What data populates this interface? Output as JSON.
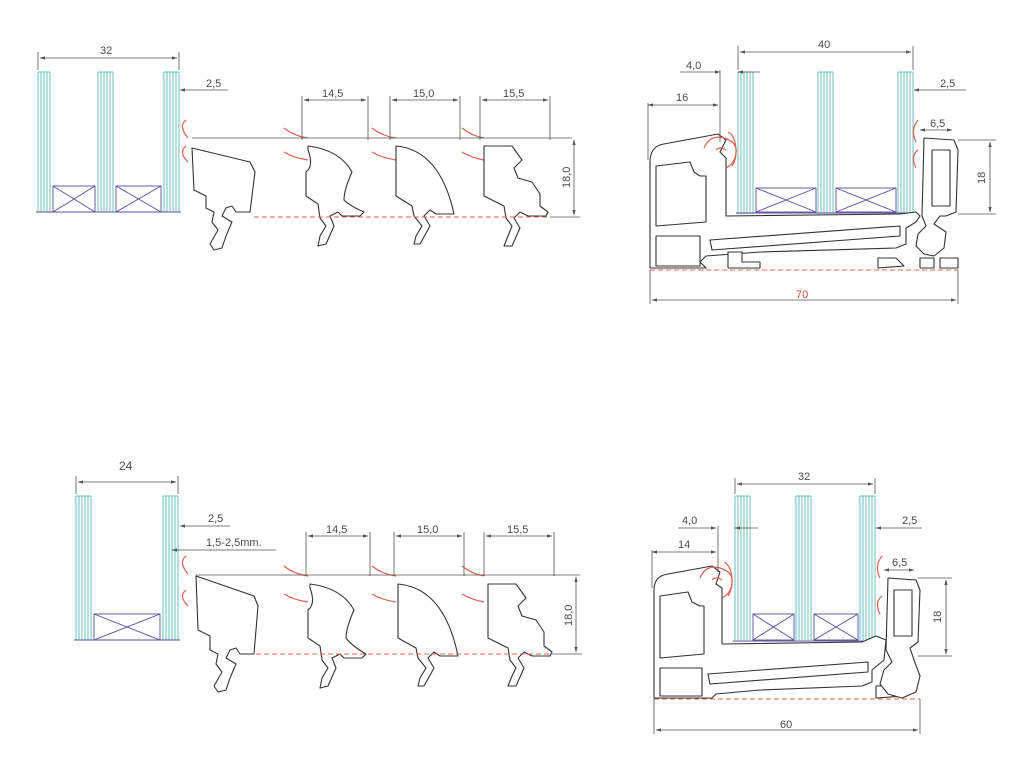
{
  "colors": {
    "glass": "#5bb8b8",
    "spacer": "#5a4da0",
    "gasket": "#e0604e",
    "profile": "#333333",
    "dimension": "#555555"
  },
  "top_left": {
    "glass_width": "32",
    "gasket_gap": "2,5",
    "bead_widths": [
      "14,5",
      "15,0",
      "15,5"
    ],
    "bead_height": "18,0"
  },
  "top_right": {
    "glass_width": "40",
    "gasket_offset": "4,0",
    "rebate": "16",
    "gasket_gap": "2,5",
    "bead_offset": "6,5",
    "bead_height": "18",
    "frame_width": "70"
  },
  "bottom_left": {
    "glass_width": "24",
    "gasket_gap": "2,5",
    "gasket_tolerance": "1,5-2,5mm.",
    "bead_widths": [
      "14,5",
      "15,0",
      "15,5"
    ],
    "bead_height": "18,0"
  },
  "bottom_right": {
    "glass_width": "32",
    "gasket_offset": "4,0",
    "rebate": "14",
    "gasket_gap": "2,5",
    "bead_offset": "6,5",
    "bead_height": "18",
    "frame_width": "60"
  }
}
